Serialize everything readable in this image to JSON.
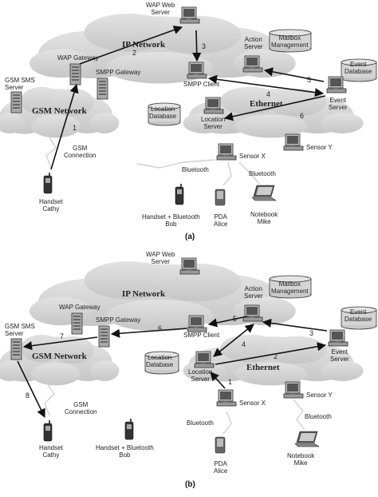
{
  "panels": [
    {
      "caption": "(a)",
      "networks": {
        "ip": "IP Network",
        "gsm": "GSM Network",
        "ethernet": "Ethernet"
      },
      "labels": {
        "wap_web": "WAP Web\nServer",
        "wap_gw": "WAP Gateway",
        "smpp_gw": "SMPP Gateway",
        "gsm_sms": "GSM SMS\nServer",
        "action": "Action\nServer",
        "mailbox": "Mailbox\nManagement",
        "event_db": "Event\nDatabase",
        "smpp_client": "SMPP Client",
        "event_server": "Event\nServer",
        "location_db": "Location\nDatabase",
        "location_server": "Location\nServer",
        "sensor_x": "Sensor X",
        "sensor_y": "Sensor Y",
        "gsm_conn": "GSM\nConnection",
        "bt1": "Bluetooth",
        "bt2": "Bluetooth",
        "handset_cathy": "Handset\nCathy",
        "handset_bob": "Handset + Bluetooth\nBob",
        "pda_alice": "PDA\nAlice",
        "notebook_mike": "Notebook\nMike"
      },
      "steps": [
        "1",
        "2",
        "3",
        "4",
        "5",
        "6"
      ]
    },
    {
      "caption": "(b)",
      "networks": {
        "ip": "IP Network",
        "gsm": "GSM Network",
        "ethernet": "Ethernet"
      },
      "labels": {
        "wap_web": "WAP Web\nServer",
        "wap_gw": "WAP Gateway",
        "smpp_gw": "SMPP Gateway",
        "gsm_sms": "GSM SMS\nServer",
        "action": "Action\nServer",
        "mailbox": "Mailbox\nManagement",
        "event_db": "Event\nDatabase",
        "smpp_client": "SMPP Client",
        "event_server": "Event\nServer",
        "location_db": "Location\nDatabase",
        "location_server": "Location\nServer",
        "sensor_x": "Sensor X",
        "sensor_y": "Sensor Y",
        "gsm_conn": "GSM\nConnection",
        "bt1": "Bluetooth",
        "bt2": "Bluetooth",
        "handset_cathy": "Handset\nCathy",
        "handset_bob": "Handset + Bluetooth\nBob",
        "pda_alice": "PDA\nAlice",
        "notebook_mike": "Notebook\nMike"
      },
      "steps": [
        "1",
        "2",
        "3",
        "4",
        "5",
        "6",
        "7",
        "8"
      ]
    }
  ]
}
